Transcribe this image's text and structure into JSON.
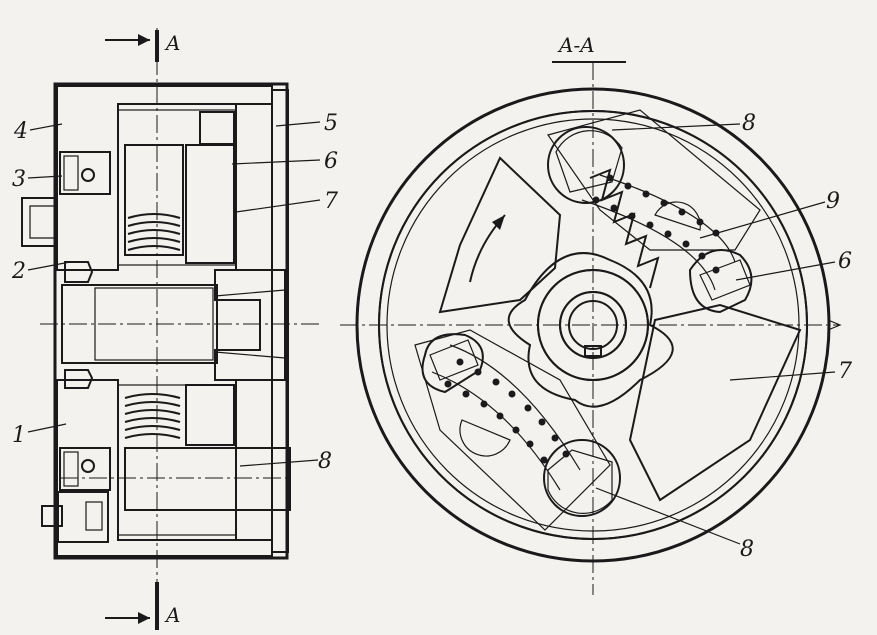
{
  "section_marks": {
    "top": "A",
    "bottom": "A",
    "view_title": "A-A"
  },
  "part_labels": {
    "p1": "1",
    "p2": "2",
    "p3": "3",
    "p4": "4",
    "p5": "5",
    "p6": "6",
    "p7": "7",
    "p8": "8",
    "r8a": "8",
    "r9": "9",
    "r6": "6",
    "r7": "7",
    "r8b": "8"
  },
  "colors": {
    "ink": "#1a1a1a",
    "paper": "#f4f2ee"
  },
  "icons": {
    "rotation": "curved-arrow-icon",
    "section": "section-arrow-icon"
  }
}
